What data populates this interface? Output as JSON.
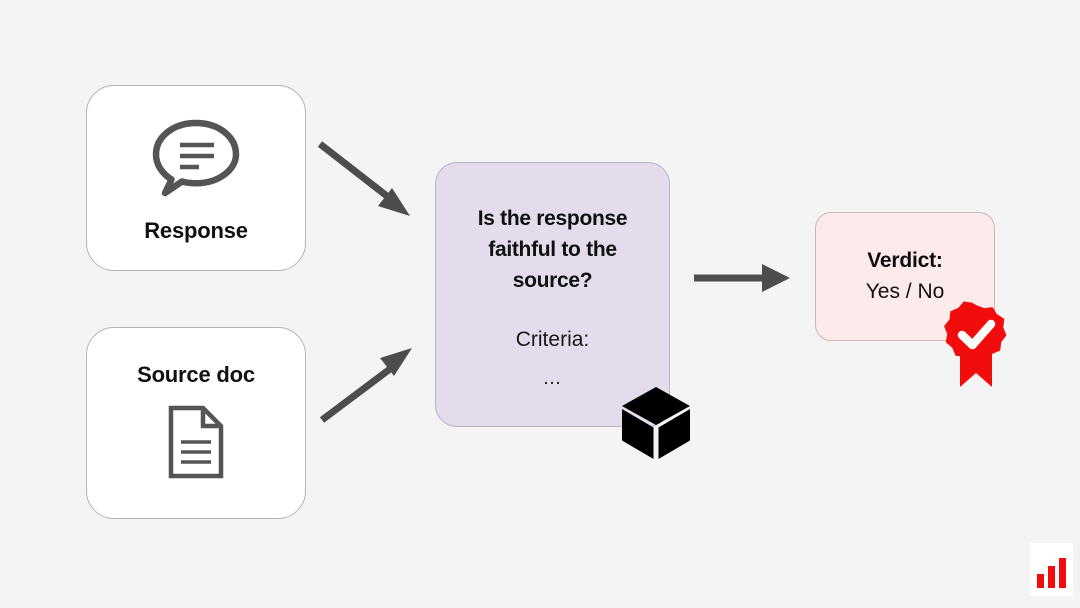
{
  "diagram": {
    "background_color": "#f4f4f4",
    "title": "LLM-as-judge faithfulness evaluation flow"
  },
  "inputs": [
    {
      "id": "response",
      "label": "Response",
      "icon": "speech-bubble-icon",
      "icon_color": "#555555",
      "card_color": "#ffffff"
    },
    {
      "id": "source-doc",
      "label": "Source doc",
      "icon": "document-icon",
      "icon_color": "#555555",
      "card_color": "#ffffff"
    }
  ],
  "criteria_card": {
    "question": "Is the response faithful to the source?",
    "criteria_heading": "Criteria:",
    "ellipsis": "…",
    "card_color": "#e4dbec",
    "badge_icon": "cube-icon",
    "badge_color": "#000000"
  },
  "verdict_card": {
    "title": "Verdict:",
    "value": "Yes / No",
    "card_color": "#fdeaea",
    "badge_icon": "award-ribbon-check-icon",
    "badge_color": "#f20d0d"
  },
  "connectors": [
    {
      "id": "response-to-criteria",
      "icon": "arrow-down-right-icon",
      "color": "#4d4d4d"
    },
    {
      "id": "source-to-criteria",
      "icon": "arrow-up-right-icon",
      "color": "#4d4d4d"
    },
    {
      "id": "criteria-to-verdict",
      "icon": "arrow-right-icon",
      "color": "#4d4d4d"
    }
  ],
  "brand_logo": {
    "icon": "bar-chart-logo-icon",
    "bar_color": "#f20d0d",
    "plate_color": "#ffffff"
  }
}
